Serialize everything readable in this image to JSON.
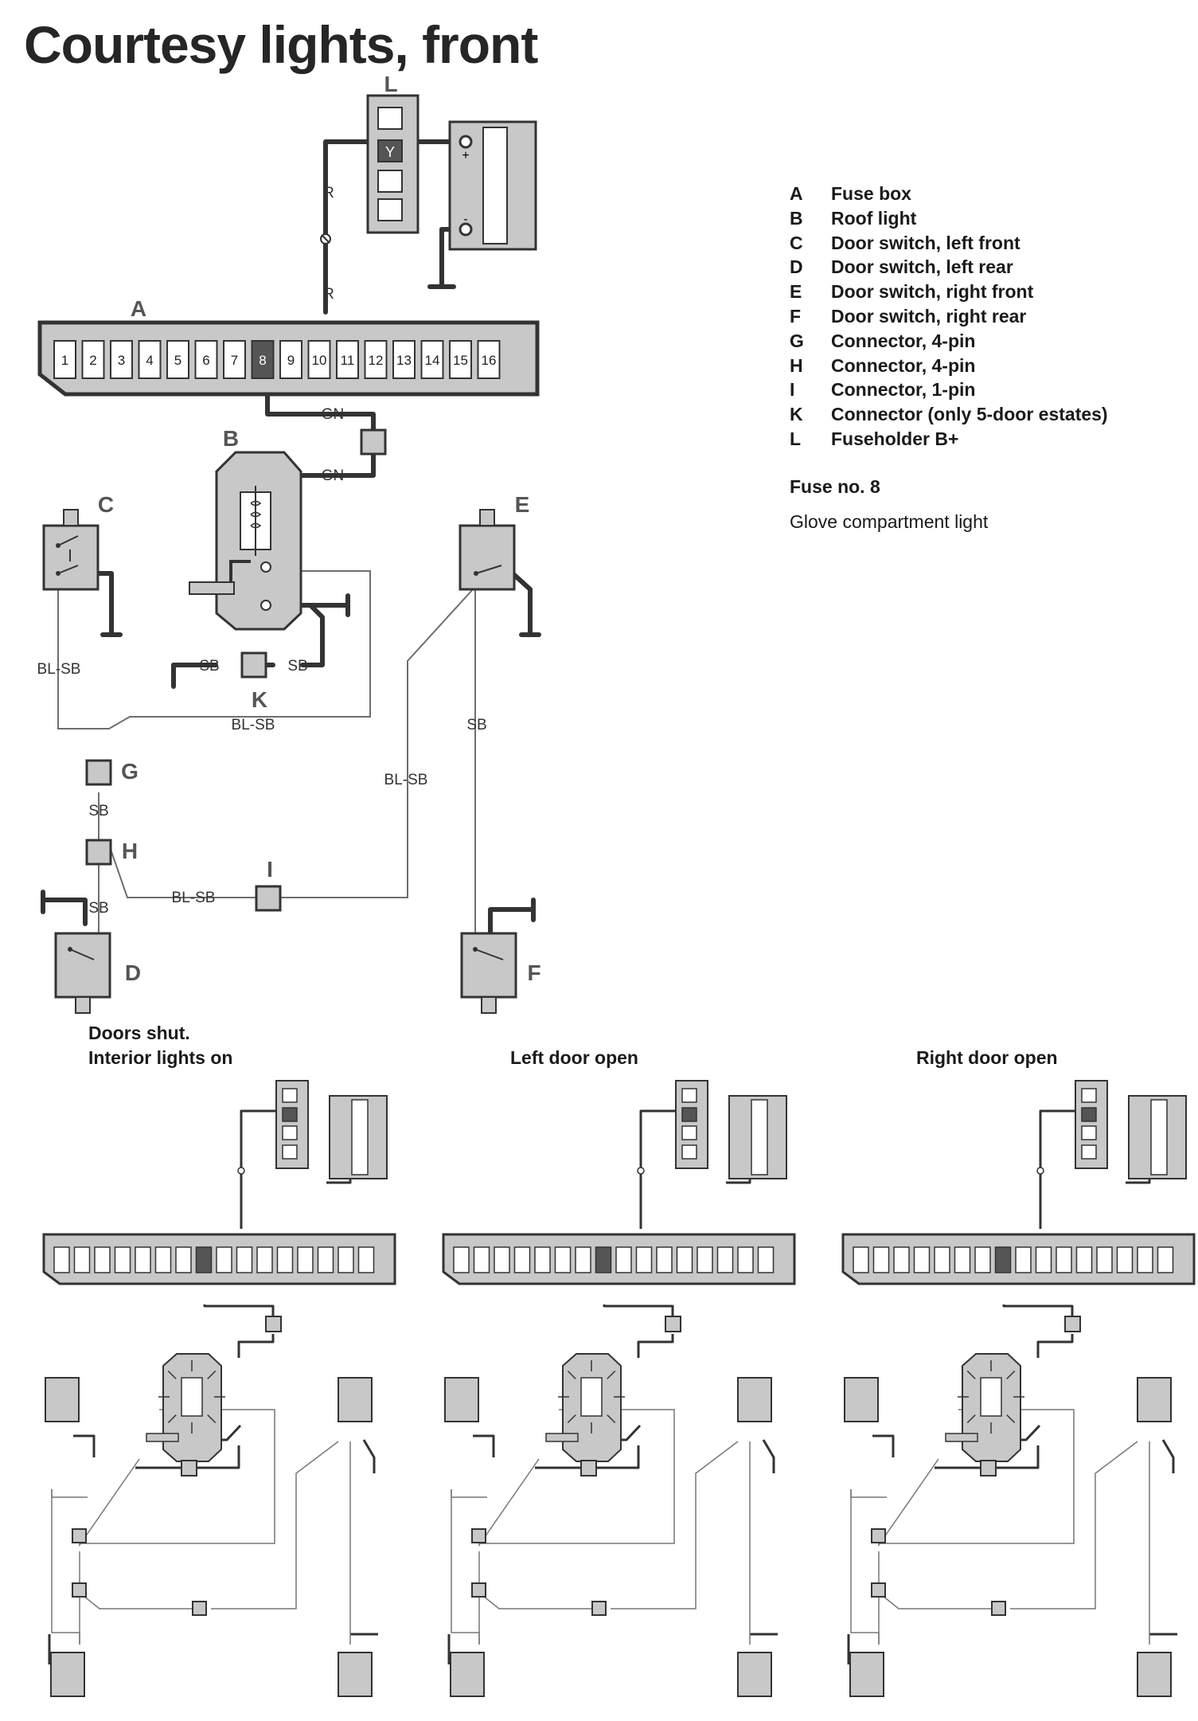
{
  "title": "Courtesy lights, front",
  "legend": [
    {
      "key": "A",
      "text": "Fuse box"
    },
    {
      "key": "B",
      "text": "Roof light"
    },
    {
      "key": "C",
      "text": "Door switch, left front"
    },
    {
      "key": "D",
      "text": "Door switch, left rear"
    },
    {
      "key": "E",
      "text": "Door switch, right front"
    },
    {
      "key": "F",
      "text": "Door switch, right rear"
    },
    {
      "key": "G",
      "text": "Connector, 4-pin"
    },
    {
      "key": "H",
      "text": "Connector, 4-pin"
    },
    {
      "key": "I",
      "text": "Connector, 1-pin"
    },
    {
      "key": "K",
      "text": "Connector (only 5-door estates)"
    },
    {
      "key": "L",
      "text": "Fuseholder B+"
    }
  ],
  "fuse_note": "Fuse no. 8",
  "fuse_description": "Glove compartment light",
  "fuse_numbers": [
    "1",
    "2",
    "3",
    "4",
    "5",
    "6",
    "7",
    "8",
    "9",
    "10",
    "11",
    "12",
    "13",
    "14",
    "15",
    "16"
  ],
  "fuseholder_mark": "Y",
  "battery_plus": "+",
  "battery_minus": "-",
  "component_labels": {
    "A": "A",
    "B": "B",
    "C": "C",
    "D": "D",
    "E": "E",
    "F": "F",
    "G": "G",
    "H": "H",
    "I": "I",
    "K": "K",
    "L": "L"
  },
  "wire_labels": {
    "r_top": "R",
    "r_bottom": "R",
    "gn_top": "GN",
    "gn_bottom": "GN",
    "blsb_c": "BL-SB",
    "blsb_g": "BL-SB",
    "blsb_right": "BL-SB",
    "blsb_i": "BL-SB",
    "sb_gh": "SB",
    "sb_hd": "SB",
    "sb_ef": "SB",
    "sb_k_left": "SB",
    "sb_k_right": "SB"
  },
  "scenario_captions": {
    "doors_shut_line1": "Doors shut.",
    "doors_shut_line2": "Interior lights on",
    "left_open": "Left door open",
    "right_open": "Right door open"
  },
  "colors": {
    "ink": "#333333",
    "fill": "#c8c8c8",
    "fill_dark": "#555555",
    "thin_wire": "#6e6e6e"
  }
}
